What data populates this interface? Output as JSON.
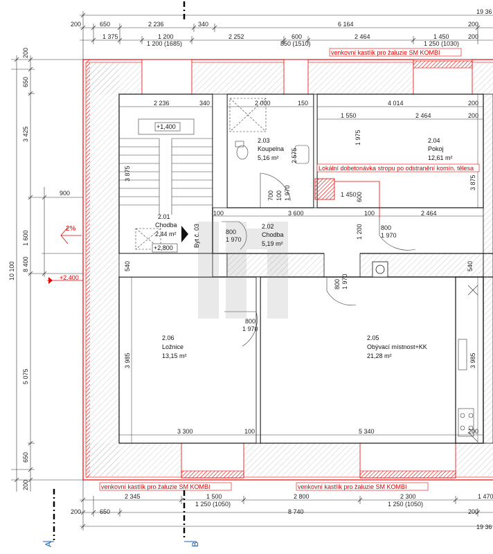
{
  "plan": {
    "dims_top_row1": {
      "total": "19 36"
    },
    "dims_top_row2": [
      "200",
      "650",
      "2 236",
      "340",
      "6 164",
      "200"
    ],
    "dims_top_row3": [
      "1 375",
      "1 200",
      "1 200 (1685)",
      "2 252",
      "600",
      "850 (1510)",
      "2 464",
      "1 450",
      "1 250 (1030)"
    ],
    "dims_top_row3_extra": "200",
    "dims_left": [
      "200",
      "650",
      "3 425",
      "3 875",
      "900",
      "1 600",
      "540",
      "8 400",
      "10 100",
      "5 075",
      "650",
      "200"
    ],
    "dims_bottom_row1": [
      "2 345",
      "1 500",
      "1 250 (1050)",
      "2 800",
      "2 300",
      "1 250 (1050)",
      "1 470"
    ],
    "dims_bottom_row2": [
      "200",
      "650",
      "8 740",
      "200"
    ],
    "dims_bottom_row3": {
      "total": "19 36"
    },
    "notes": {
      "blind_box_top": "venkovní kastlík pro žaluzie SM KOMBI",
      "blind_box_bottom_left": "venkovní kastlík pro žaluzie SM KOMBI",
      "blind_box_bottom_right": "venkovní kastlík pro žaluzie SM KOMBI",
      "ceiling_note": "Lokální dobetonávka stropu po odstranění komín. tělesa"
    },
    "slope": "2%",
    "levels": {
      "l1": "+1,400",
      "l2": "+2,800",
      "l3": "+2.400"
    },
    "apartment_label": "Byt č. 03",
    "rooms": [
      {
        "id": "2.01",
        "name": "Chodba",
        "area": "2,44 m²"
      },
      {
        "id": "2.02",
        "name": "Chodba",
        "area": "5,19 m²"
      },
      {
        "id": "2.03",
        "name": "Koupelna",
        "area": "5,16 m²"
      },
      {
        "id": "2.04",
        "name": "Pokoj",
        "area": "12,61 m²"
      },
      {
        "id": "2.05",
        "name": "Obývací místnost+KK",
        "area": "21,28 m²"
      },
      {
        "id": "2.06",
        "name": "Ložnice",
        "area": "13,15 m²"
      }
    ],
    "inner_dims": {
      "stair_w": "2 236",
      "stair_340": "340",
      "bath_w": "2 000",
      "bath_150": "150",
      "bath_h": "2 575",
      "pokoj_w": "4 014",
      "pokoj_1550": "1 550",
      "pokoj_2464": "2 464",
      "pokoj_1975": "1 975",
      "pokoj_h": "3 875",
      "stair_h": "3 875",
      "p1450": "1 450",
      "p600": "600",
      "chodba_3600": "3 600",
      "c100a": "100",
      "c100b": "100",
      "c2464": "2 464",
      "c1200": "1 200",
      "c540a": "540",
      "c540b": "540",
      "c100c": "100",
      "l_3985a": "3 985",
      "l_3985b": "3 985",
      "bot_3300": "3 300",
      "bot_100": "100",
      "bot_5340": "5 340",
      "d800_1": "800",
      "d1970_1": "1 970",
      "d800_2": "800",
      "d1970_2": "1 970",
      "d800_3": "800",
      "d1970_3": "1 970",
      "d800_4": "800",
      "d1970_4": "1 970",
      "d700": "700",
      "d100": "100",
      "d1970_5": "1 970"
    },
    "section_marks": {
      "a": "A",
      "b": "B"
    }
  }
}
